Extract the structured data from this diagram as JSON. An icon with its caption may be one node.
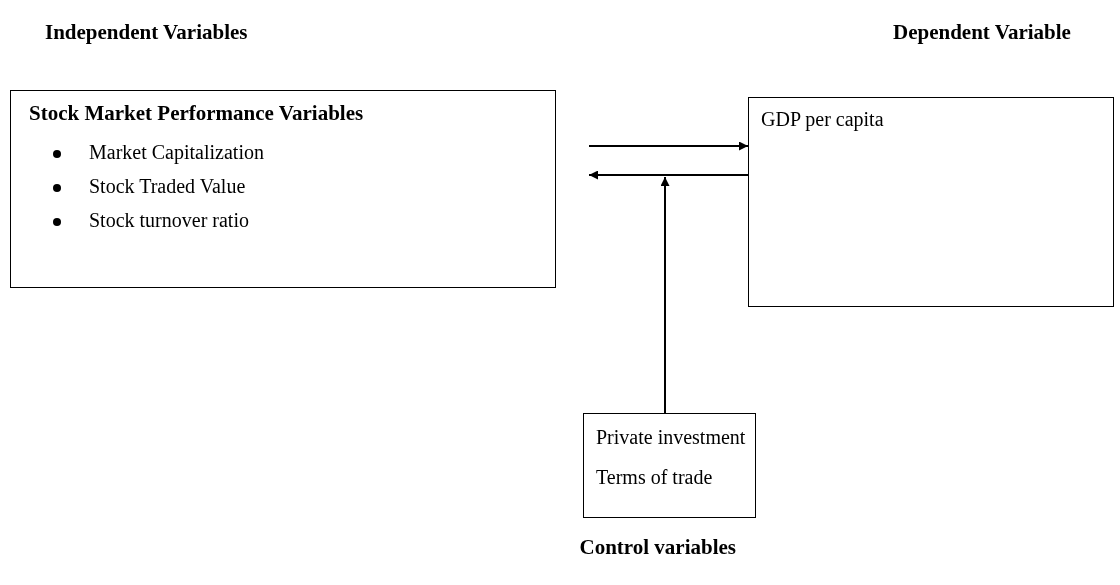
{
  "diagram": {
    "nodes": [
      {
        "text": [
          "Stock Market Performance Variables",
          "Market Capitalization",
          "Stock Traded Value",
          "Stock turnover ratio"
        ]
      },
      {
        "text": [
          "GDP per capita"
        ]
      },
      {
        "text": [
          "Private investment",
          "Terms of trade"
        ]
      }
    ],
    "edges": [
      {
        "from": 0,
        "to": 1,
        "arrow": "to"
      },
      {
        "from": 1,
        "to": 0,
        "arrow": "to"
      },
      {
        "from": 2,
        "to": null,
        "arrow": "to"
      }
    ],
    "labels": [
      "Independent Variables",
      "Dependent Variable",
      "Control variables"
    ]
  }
}
